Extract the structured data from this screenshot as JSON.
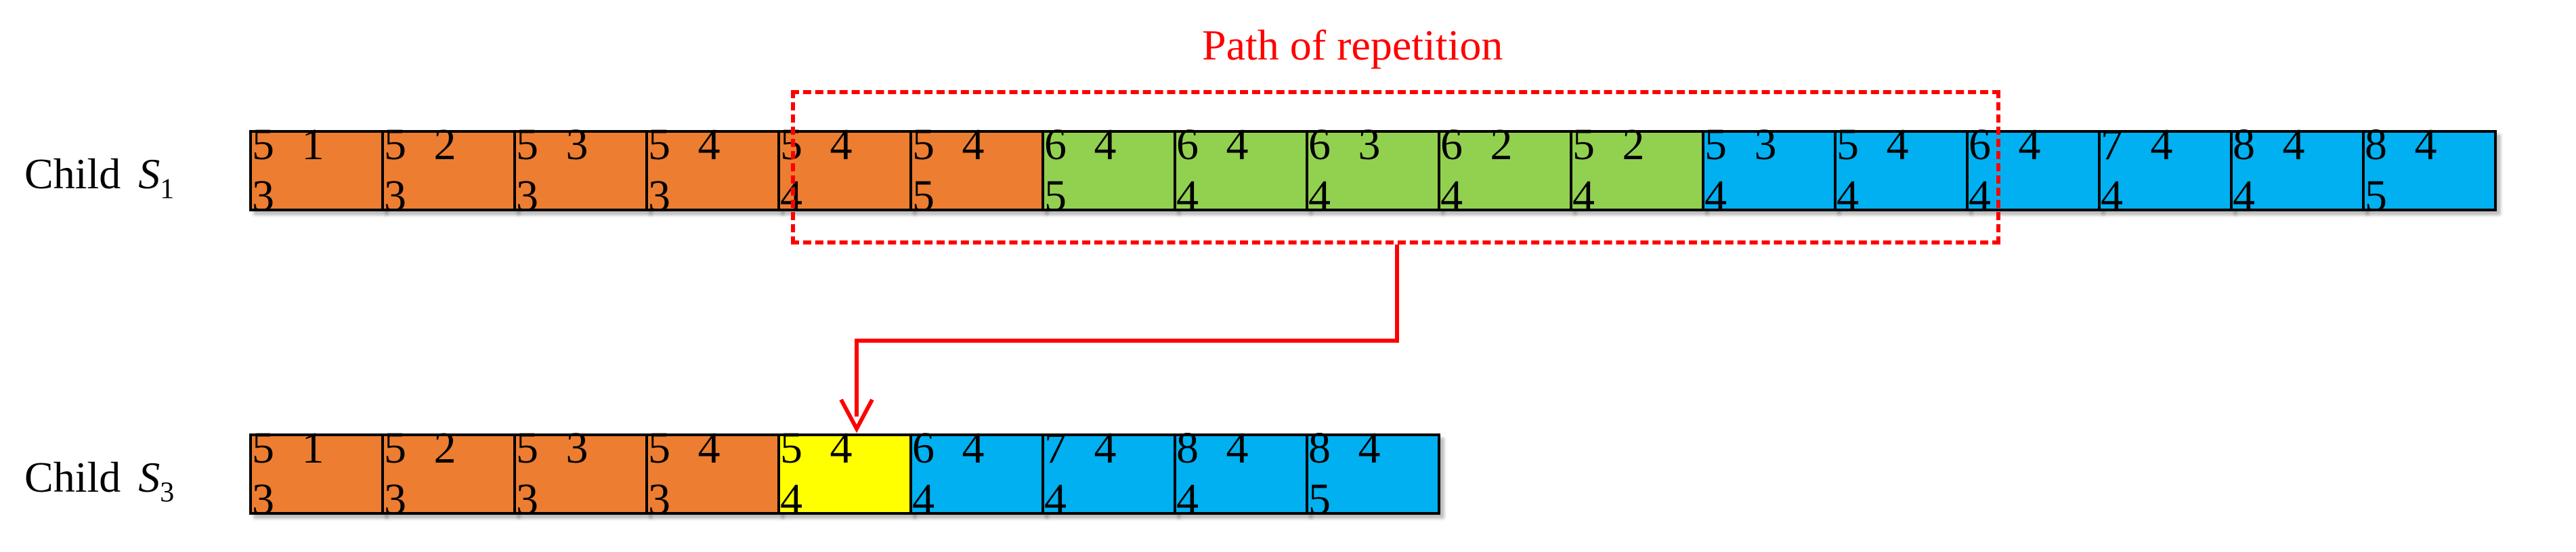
{
  "title": "Path of repetition",
  "rows": [
    {
      "label": "Child",
      "symbol": "S",
      "sub": "1",
      "cells": [
        {
          "text": "5 1 3",
          "color": "orange"
        },
        {
          "text": "5 2 3",
          "color": "orange"
        },
        {
          "text": "5 3 3",
          "color": "orange"
        },
        {
          "text": "5 4 3",
          "color": "orange"
        },
        {
          "text": "5 4 4",
          "color": "orange"
        },
        {
          "text": "5 4 5",
          "color": "orange"
        },
        {
          "text": "6 4 5",
          "color": "green"
        },
        {
          "text": "6 4 4",
          "color": "green"
        },
        {
          "text": "6 3 4",
          "color": "green"
        },
        {
          "text": "6 2 4",
          "color": "green"
        },
        {
          "text": "5 2 4",
          "color": "green"
        },
        {
          "text": "5 3 4",
          "color": "blue"
        },
        {
          "text": "5 4 4",
          "color": "blue"
        },
        {
          "text": "6 4 4",
          "color": "blue"
        },
        {
          "text": "7 4 4",
          "color": "blue"
        },
        {
          "text": "8 4 4",
          "color": "blue"
        },
        {
          "text": "8 4 5",
          "color": "blue"
        }
      ]
    },
    {
      "label": "Child",
      "symbol": "S",
      "sub": "3",
      "cells": [
        {
          "text": "5 1 3",
          "color": "orange"
        },
        {
          "text": "5 2 3",
          "color": "orange"
        },
        {
          "text": "5 3 3",
          "color": "orange"
        },
        {
          "text": "5 4 3",
          "color": "orange"
        },
        {
          "text": "5 4 4",
          "color": "yellow"
        },
        {
          "text": "6 4 4",
          "color": "blue"
        },
        {
          "text": "7 4 4",
          "color": "blue"
        },
        {
          "text": "8 4 4",
          "color": "blue"
        },
        {
          "text": "8 4 5",
          "color": "blue"
        }
      ]
    }
  ],
  "colors": {
    "orange": "#ed7d31",
    "green": "#92d050",
    "blue": "#00b0f0",
    "yellow": "#ffff00",
    "accent": "#ff0000"
  }
}
